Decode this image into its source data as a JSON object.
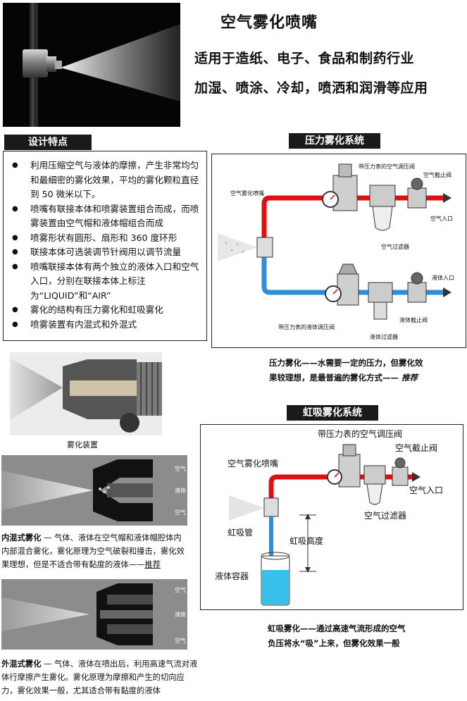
{
  "header": {
    "title": "空气雾化喷嘴",
    "subtitle_line1": "适用于造纸、电子、食品和制药行业",
    "subtitle_line2": "加湿、喷涂、冷却，喷洒和润滑等应用"
  },
  "features": {
    "heading": "设计特点",
    "items": [
      "利用压缩空气与液体的摩擦，产生非常均匀和最细密的雾化效果，平均的雾化颗粒直径到 50 微米以下。",
      "喷嘴有联接本体和喷雾装置组合而成，而喷雾装置由空气帽和液体帽组合而成",
      "喷雾形状有圆形、扇形和 360 度环形",
      "联接本体可选装调节针阀用以调节流量",
      "喷嘴联接本体有两个独立的液体入口和空气入口，分别在联接本体上标注为“LIQUID”和“AIR”",
      "雾化的结构有压力雾化和虹吸雾化",
      "喷雾装置有内混式和外混式"
    ]
  },
  "atomizer": {
    "caption": "雾化装置"
  },
  "internal_mix": {
    "labels": [
      "空气",
      "液体",
      "空气"
    ],
    "term": "内混式雾化",
    "text": " — 气体、液体在空气帽和液体帽腔体内内部混合雾化，雾化原理为空气破裂和撞击，雾化效果理想，但是不适合带有黏度的液体——",
    "link": "推荐"
  },
  "external_mix": {
    "labels": [
      "空气",
      "液体",
      "空气"
    ],
    "term": "外混式雾化",
    "text": " — 气体、液体在喷出后，利用高速气流对液体行摩擦产生雾化。雾化原理为摩擦和产生的切向应力，雾化效果一般，尤其适合带有黏度的液体"
  },
  "pressure_system": {
    "heading": "压力雾化系统",
    "labels": {
      "nozzle": "空气雾化喷嘴",
      "air_regulator": "带压力表的空气调压阀",
      "air_shutoff": "空气截止阀",
      "air_inlet": "空气入口",
      "air_filter": "空气过滤器",
      "liquid_inlet": "液体入口",
      "liquid_regulator": "带压力表的液体调压阀",
      "liquid_shutoff": "液体截止阀",
      "liquid_filter": "液体过滤器"
    },
    "caption_line1": "压力雾化——水需要一定的压力，但雾化效",
    "caption_line2": "果较理想，是最普遍的雾化方式——",
    "caption_em": "推荐"
  },
  "siphon_system": {
    "heading": "虹吸雾化系统",
    "labels": {
      "air_regulator": "带压力表的空气调压阀",
      "air_shutoff": "空气截止阀",
      "nozzle": "空气雾化喷嘴",
      "air_inlet": "空气入口",
      "air_filter": "空气过滤器",
      "siphon_tube": "虹吸管",
      "siphon_height": "虹吸高度",
      "container": "液体容器"
    },
    "caption_line1": "虹吸雾化——通过高速气流形成的空气",
    "caption_line2": "负压将水“吸”上来，但雾化效果一般"
  },
  "colors": {
    "air_pipe": "#e01010",
    "liquid_pipe": "#2f8fd8",
    "banner": "#1a1a1a",
    "liquid": "#38c0e8"
  }
}
